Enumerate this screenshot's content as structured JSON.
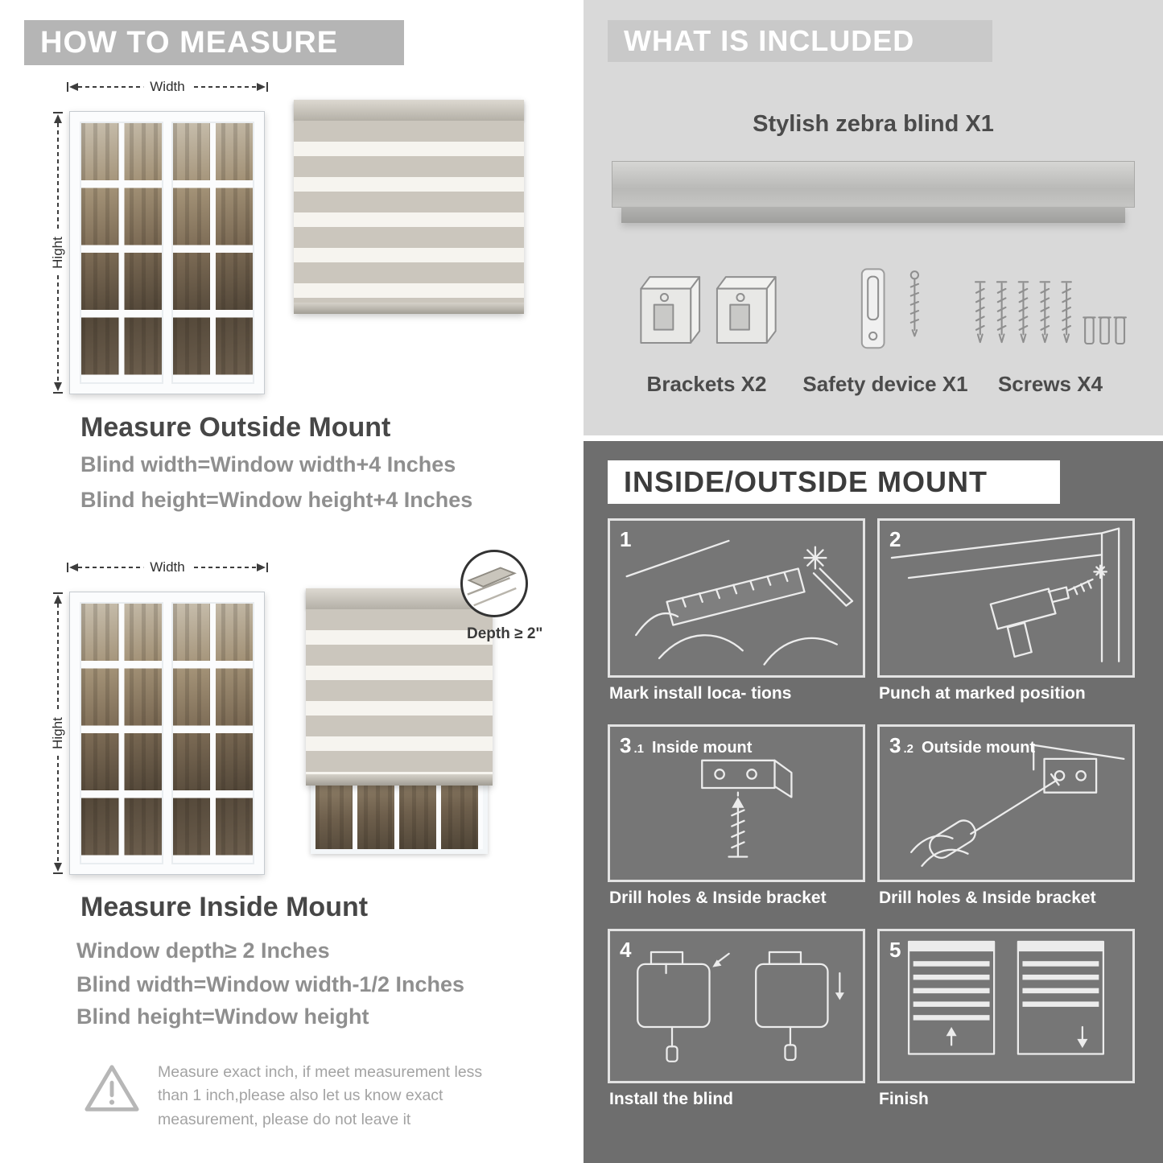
{
  "left": {
    "banner": "HOW TO MEASURE",
    "outside": {
      "width_label": "Width",
      "height_label": "Hight",
      "heading": "Measure Outside Mount",
      "line1": "Blind width=Window width+4 Inches",
      "line2": "Blind height=Window height+4 Inches"
    },
    "inside": {
      "width_label": "Width",
      "height_label": "Hight",
      "depth_label": "Depth ≥ 2\"",
      "heading": "Measure Inside Mount",
      "line1": "Window depth≥ 2 Inches",
      "line2": "Blind width=Window width-1/2 Inches",
      "line3": "Blind height=Window height"
    },
    "warning_icon": "warning-triangle-icon",
    "warning_text": "Measure exact inch, if meet measurement less than 1 inch,please also let us know exact measurement, please do not leave it"
  },
  "included": {
    "banner": "WHAT IS INCLUDED",
    "product_label": "Stylish zebra blind X1",
    "items": [
      {
        "label": "Brackets X2",
        "icon": "brackets-icon"
      },
      {
        "label": "Safety device X1",
        "icon": "safety-device-icon"
      },
      {
        "label": "Screws X4",
        "icon": "screws-icon"
      }
    ]
  },
  "mount": {
    "banner": "INSIDE/OUTSIDE MOUNT",
    "panels": [
      {
        "num": "1",
        "sub": "",
        "title": "",
        "icon": "mark-location-art",
        "caption": "Mark install loca- tions"
      },
      {
        "num": "2",
        "sub": "",
        "title": "",
        "icon": "drill-position-art",
        "caption": "Punch at  marked position"
      },
      {
        "num": "3",
        "sub": ".1",
        "title": "Inside mount",
        "icon": "inside-bracket-art",
        "caption": "Drill holes &  Inside bracket"
      },
      {
        "num": "3",
        "sub": ".2",
        "title": "Outside mount",
        "icon": "outside-bracket-art",
        "caption": "Drill holes &  Inside bracket"
      },
      {
        "num": "4",
        "sub": "",
        "title": "",
        "icon": "install-blind-art",
        "caption": "Install the blind"
      },
      {
        "num": "5",
        "sub": "",
        "title": "",
        "icon": "finish-art",
        "caption": "Finish"
      }
    ]
  },
  "colors": {
    "banner-gray": "#b5b5b5",
    "included-bg": "#d9d9d9",
    "included-banner": "#c9c9c9",
    "dark-bg": "#6e6e6e",
    "panel-bg": "#767676",
    "heading": "#474747",
    "subtext": "#8f8f8f",
    "line-art": "#ececec"
  }
}
